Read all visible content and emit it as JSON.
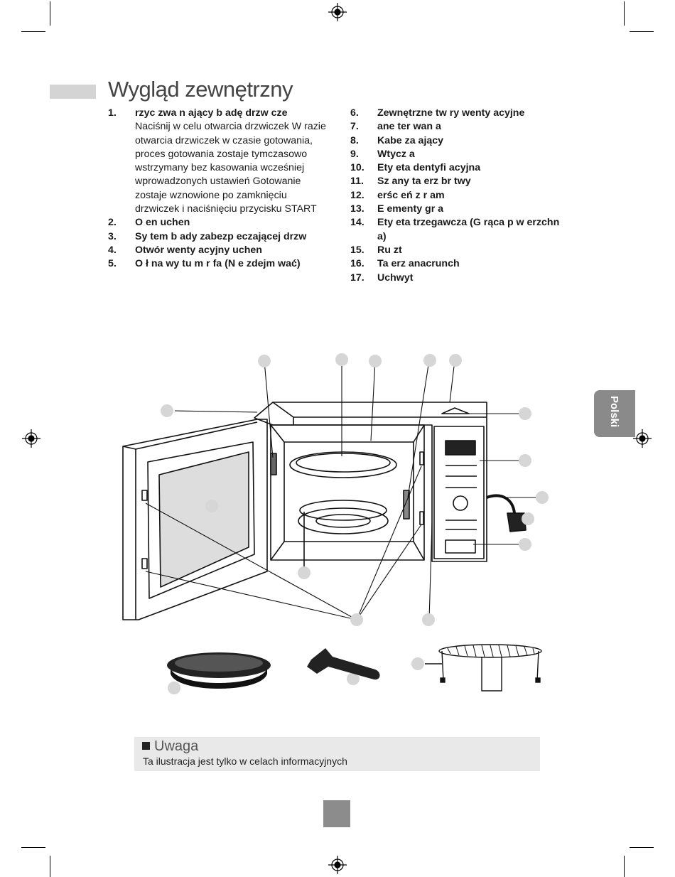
{
  "header": {
    "title": "Wygląd zewnętrzny"
  },
  "side_tab": {
    "label": "Polski"
  },
  "list_left": [
    {
      "num": "1.",
      "label": "rzyc zwa n ający b adę drzw cze",
      "desc": "Naciśnij w celu otwarcia drzwiczek W razie otwarcia drzwiczek w czasie gotowania, proces gotowania zostaje tymczasowo wstrzymany bez kasowania wcześniej wprowadzonych ustawień Gotowanie zostaje wznowione po zamknięciu drzwiczek i naciśnięciu przycisku START"
    },
    {
      "num": "2.",
      "label": "O en uchen",
      "desc": ""
    },
    {
      "num": "3.",
      "label": "Sy tem b ady zabezp eczającej drzw",
      "desc": ""
    },
    {
      "num": "4.",
      "label": "Otwór wenty acyjny uchen",
      "desc": ""
    },
    {
      "num": "5.",
      "label": "O ł na wy tu m r fa (N e zdejm wać)",
      "desc": ""
    }
  ],
  "list_right": [
    {
      "num": "6.",
      "label": "Zewnętrzne tw ry wenty acyjne"
    },
    {
      "num": "7.",
      "label": "ane ter wan a"
    },
    {
      "num": "8.",
      "label": "Kabe za ający"
    },
    {
      "num": "9.",
      "label": "Wtycz a"
    },
    {
      "num": "10.",
      "label": "Ety eta dentyfi acyjna"
    },
    {
      "num": "11.",
      "label": "Sz any ta erz br twy"
    },
    {
      "num": "12.",
      "label": "erśc eń z r am"
    },
    {
      "num": "13.",
      "label": "E ementy gr a"
    },
    {
      "num": "14.",
      "label": "Ety eta trzegawcza (G rąca p w erzchn a)"
    },
    {
      "num": "15.",
      "label": "Ru zt"
    },
    {
      "num": "16.",
      "label": "Ta erz anacrunch"
    },
    {
      "num": "17.",
      "label": "Uchwyt"
    }
  ],
  "note": {
    "heading": "Uwaga",
    "text": "Ta ilustracja jest tylko w celach informacyjnych"
  }
}
